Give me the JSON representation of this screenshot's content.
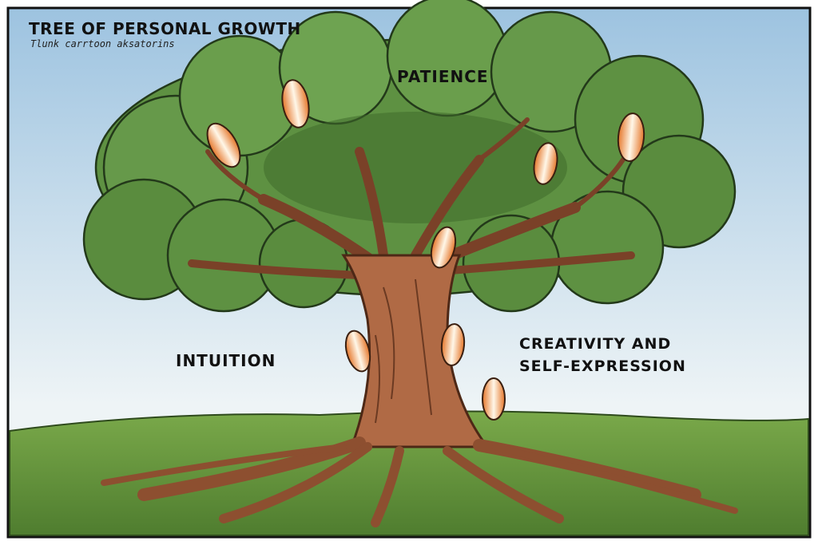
{
  "header": {
    "title": "TREE OF PERSONAL GROWTH",
    "subtitle": "Tlunk carrtoon aksatorins"
  },
  "labels": {
    "patience": "PATIENCE",
    "intuition": "INTUITION",
    "creativity_line1": "CREATIVITY AND",
    "creativity_line2": "SELF-EXPRESSION"
  },
  "colors": {
    "sky_top": "#9dc3e0",
    "sky_bottom": "#eef4f6",
    "foliage": "#5e9142",
    "foliage_dark": "#3f6b2c",
    "trunk": "#b06a45",
    "trunk_dark": "#6b3a22",
    "grass": "#6f9c43",
    "cocoon": "#e88a2e"
  }
}
